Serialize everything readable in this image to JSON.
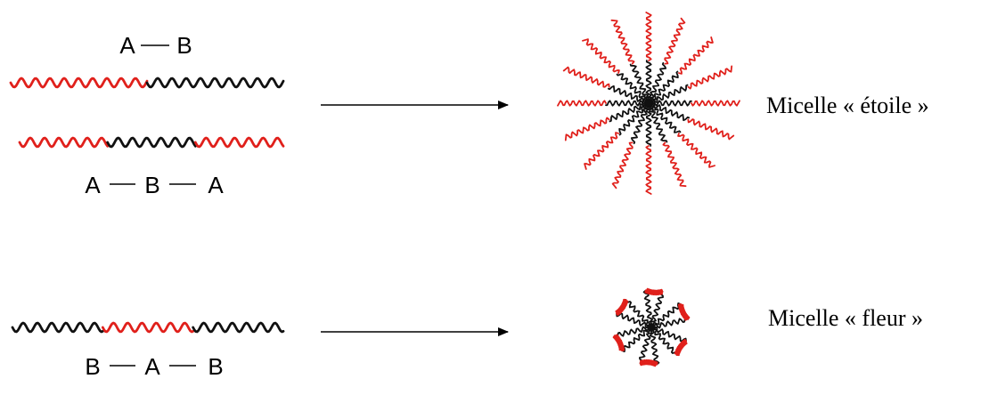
{
  "colors": {
    "block_a": "#e0201b",
    "block_b": "#111111",
    "arrow": "#000000"
  },
  "copolymers": {
    "ab": {
      "labels": [
        "A",
        "B"
      ],
      "blocks": [
        "A",
        "B"
      ]
    },
    "aba": {
      "labels": [
        "A",
        "B",
        "A"
      ],
      "blocks": [
        "A",
        "B",
        "A"
      ]
    },
    "bab": {
      "labels": [
        "B",
        "A",
        "B"
      ],
      "blocks": [
        "B",
        "A",
        "B"
      ]
    }
  },
  "micelles": {
    "star": {
      "label": "Micelle « étoile »",
      "arm_count": 16,
      "arm_blocks": [
        "B",
        "A"
      ]
    },
    "flower": {
      "label": "Micelle « fleur »",
      "petal_count": 6,
      "petal_blocks": [
        "B",
        "A",
        "B"
      ]
    }
  }
}
